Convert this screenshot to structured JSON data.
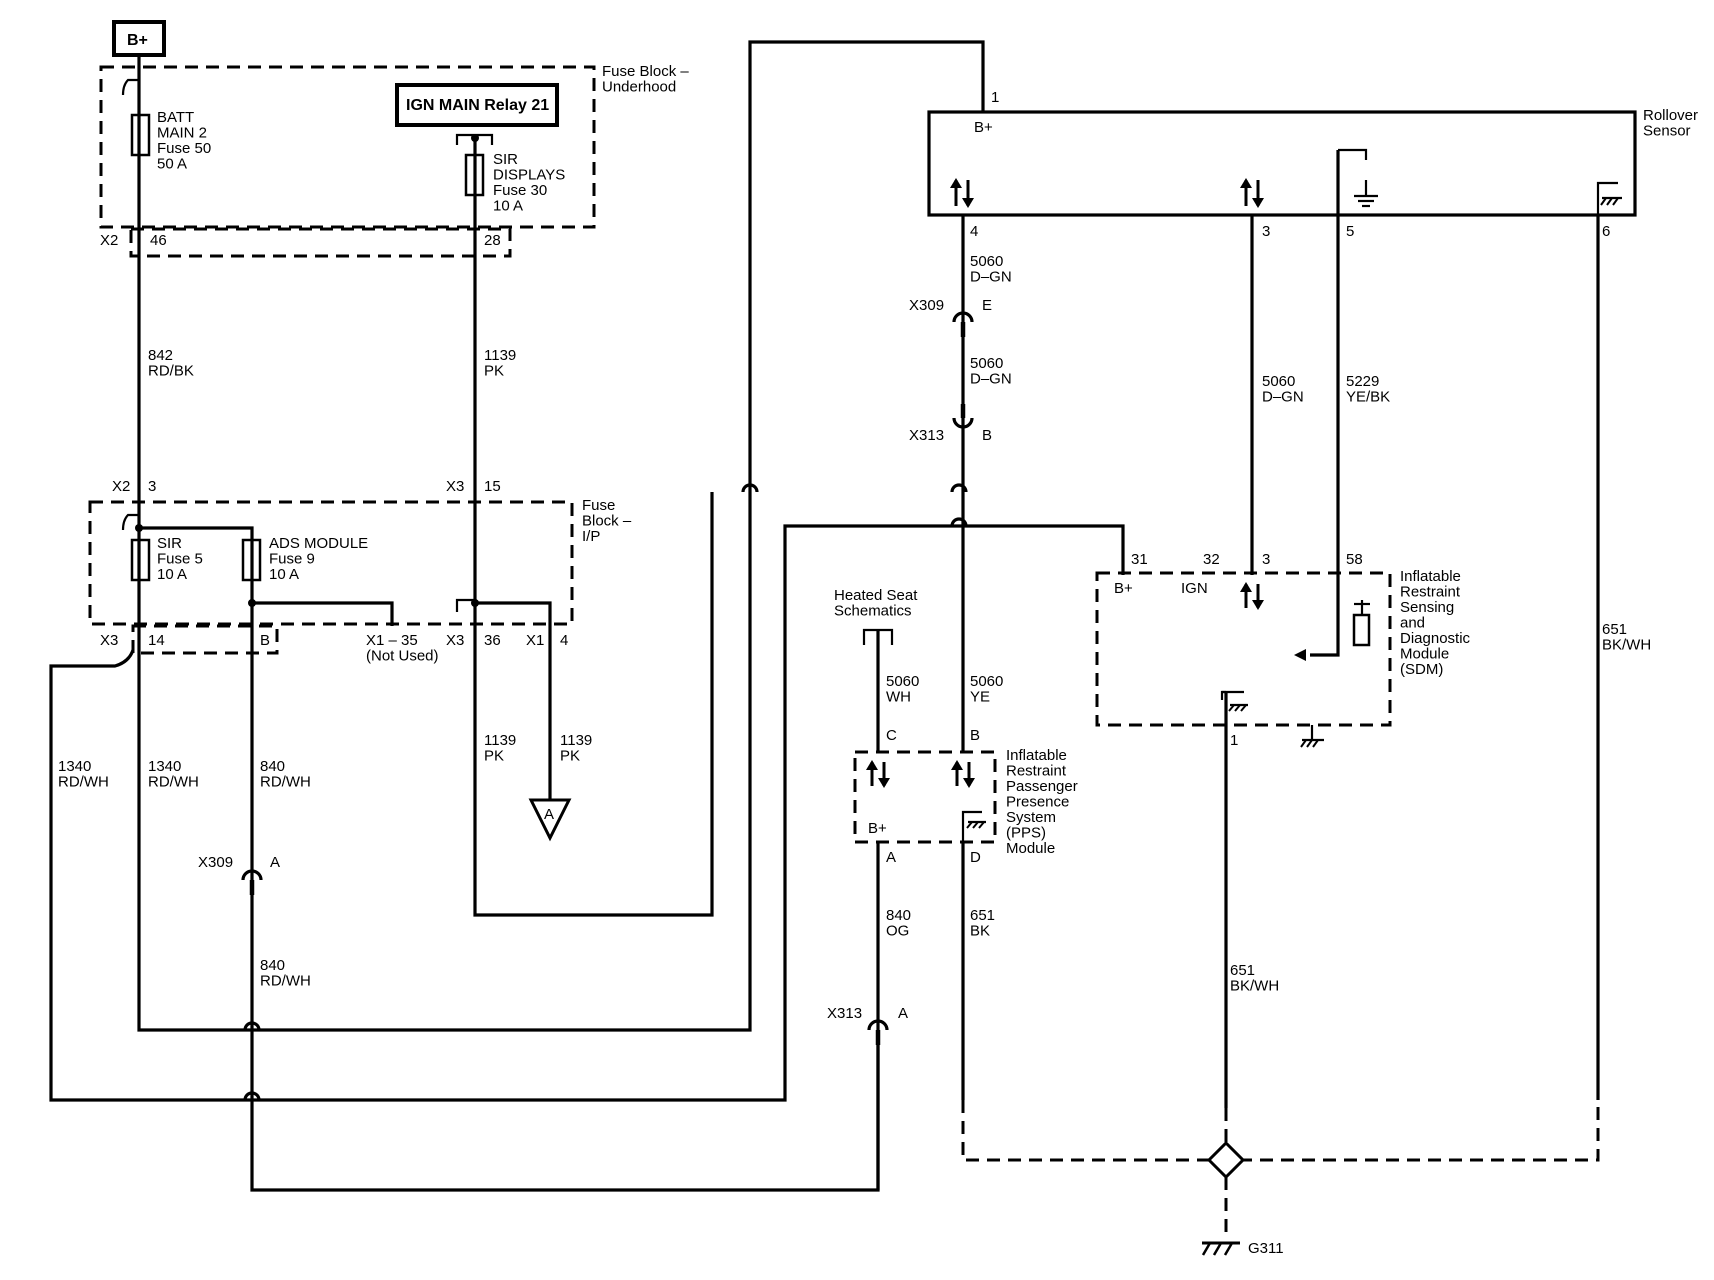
{
  "power": {
    "b_plus": "B+"
  },
  "fuse_block_underhood": {
    "title": "Fuse Block –\nUnderhood",
    "relay": "IGN MAIN Relay 21",
    "fuse_batt": "BATT\nMAIN 2\nFuse 50\n50 A",
    "fuse_sir_displays": "SIR\nDISPLAYS\nFuse 30\n10 A",
    "conn_x2": "X2",
    "pin_46": "46",
    "pin_28": "28"
  },
  "wires": {
    "w842": "842\nRD/BK",
    "w1139_top": "1139\nPK",
    "w1340_left": "1340\nRD/WH",
    "w1340_mid": "1340\nRD/WH",
    "w840_top": "840\nRD/WH",
    "w1139_a": "1139\nPK",
    "w1139_b": "1139\nPK",
    "w840_bottom": "840\nRD/WH",
    "w5060_dgn_1": "5060\nD–GN",
    "w5060_dgn_2": "5060\nD–GN",
    "w5060_dgn_3": "5060\nD–GN",
    "w5229": "5229\nYE/BK",
    "w651_right": "651\nBK/WH",
    "w5060_wh": "5060\nWH",
    "w5060_ye": "5060\nYE",
    "w840_og": "840\nOG",
    "w651_bk": "651\nBK",
    "w651_sdm": "651\nBK/WH"
  },
  "fuse_block_ip": {
    "title": "Fuse\nBlock –\nI/P",
    "x2": "X2",
    "pin_3": "3",
    "x3_top": "X3",
    "pin_15": "15",
    "fuse_sir": "SIR\nFuse 5\n10 A",
    "fuse_ads": "ADS MODULE\nFuse 9\n10 A",
    "x3_bottom_left": "X3",
    "pin_14": "14",
    "pin_b": "B",
    "x1_35": "X1 – 35\n(Not Used)",
    "x3_bottom_right": "X3",
    "pin_36": "36",
    "x1": "X1",
    "pin_4": "4"
  },
  "offpage": {
    "label": "A"
  },
  "connectors": {
    "x309_left": "X309",
    "x309_left_pin": "A",
    "x309_right": "X309",
    "x309_right_pin": "E",
    "x313_top": "X313",
    "x313_top_pin": "B",
    "x313_bottom": "X313",
    "x313_bottom_pin": "A"
  },
  "rollover": {
    "title": "Rollover\nSensor",
    "bplus": "B+",
    "pin_1": "1",
    "pin_4": "4",
    "pin_3": "3",
    "pin_5": "5",
    "pin_6": "6"
  },
  "sdm": {
    "title": "Inflatable\nRestraint\nSensing\nand\nDiagnostic\nModule\n(SDM)",
    "bplus": "B+",
    "ign": "IGN",
    "pin_31": "31",
    "pin_32": "32",
    "pin_3": "3",
    "pin_58": "58",
    "pin_1": "1"
  },
  "pps": {
    "title": "Inflatable\nRestraint\nPassenger\nPresence\nSystem\n(PPS)\nModule",
    "bplus": "B+",
    "pin_c": "C",
    "pin_b": "B",
    "pin_a": "A",
    "pin_d": "D"
  },
  "heated_seat": {
    "label": "Heated Seat\nSchematics"
  },
  "ground": {
    "label": "G311"
  }
}
